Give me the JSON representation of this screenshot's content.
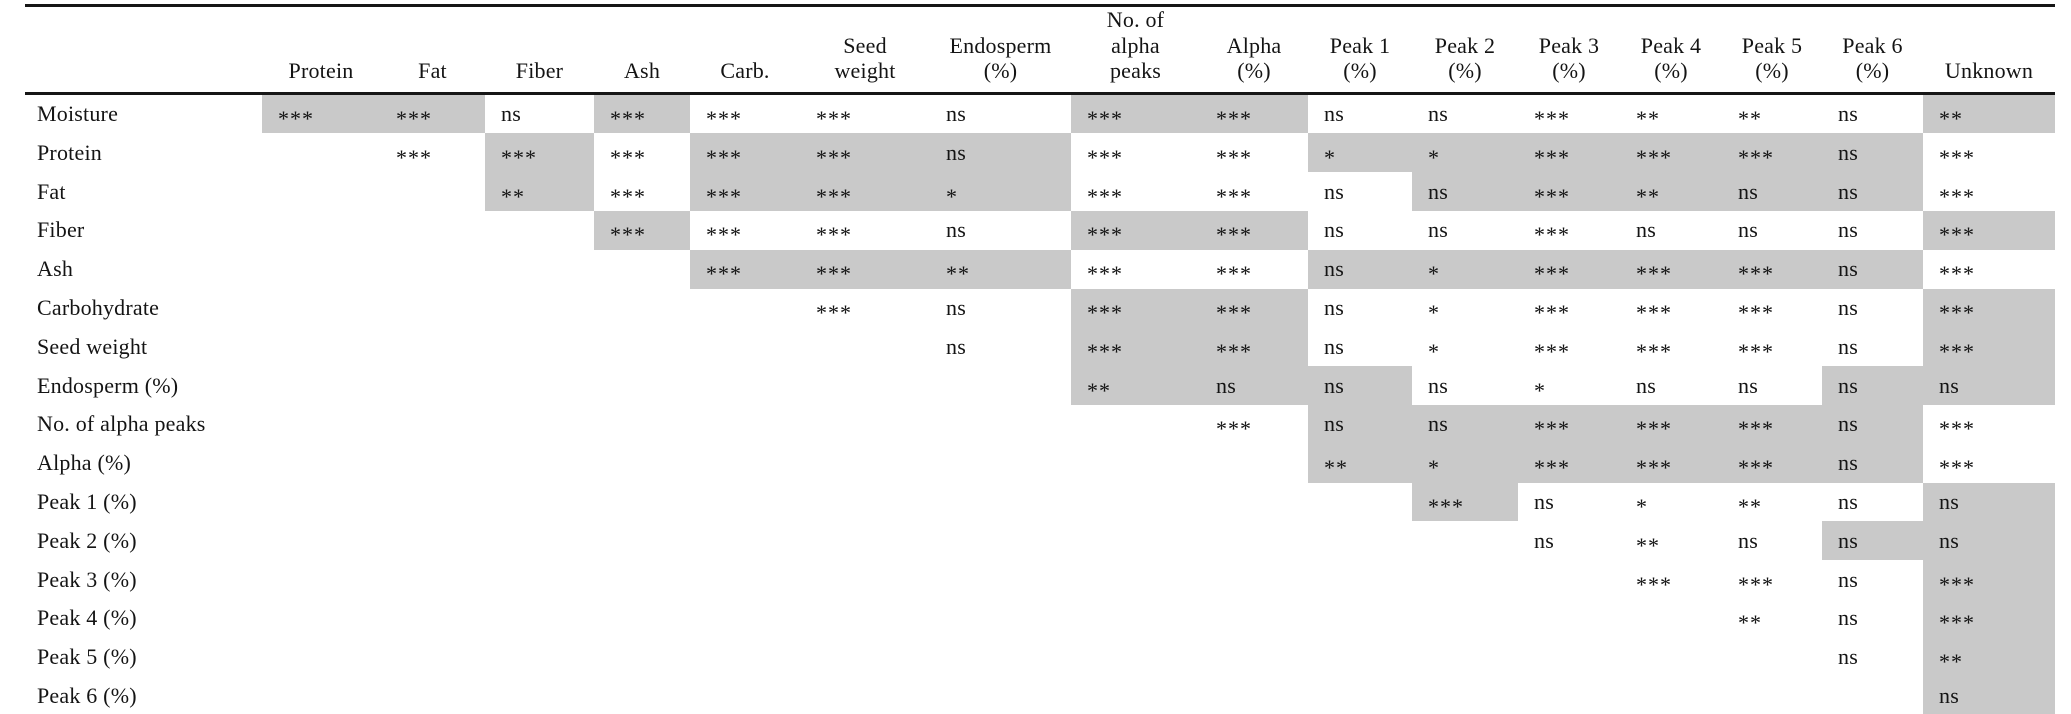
{
  "page": {
    "description": "Statistical significance matrix table (pairwise trait comparisons)",
    "shade_color": "#c9c9c9",
    "rule_color": "#161616",
    "text_color": "#141414"
  },
  "table": {
    "corner_label": "",
    "columns": [
      "Protein",
      "Fat",
      "Fiber",
      "Ash",
      "Carb.",
      "Seed\nweight",
      "Endosperm\n(%)",
      "No. of\nalpha\npeaks",
      "Alpha\n(%)",
      "Peak 1\n(%)",
      "Peak 2\n(%)",
      "Peak 3\n(%)",
      "Peak 4\n(%)",
      "Peak 5\n(%)",
      "Peak 6\n(%)",
      "Unknown"
    ],
    "rows": [
      {
        "label": "Moisture",
        "cells": [
          {
            "value": "***",
            "shaded": true
          },
          {
            "value": "***",
            "shaded": true
          },
          {
            "value": "ns",
            "shaded": false
          },
          {
            "value": "***",
            "shaded": true
          },
          {
            "value": "***",
            "shaded": false
          },
          {
            "value": "***",
            "shaded": false
          },
          {
            "value": "ns",
            "shaded": false
          },
          {
            "value": "***",
            "shaded": true
          },
          {
            "value": "***",
            "shaded": true
          },
          {
            "value": "ns",
            "shaded": false
          },
          {
            "value": "ns",
            "shaded": false
          },
          {
            "value": "***",
            "shaded": false
          },
          {
            "value": "**",
            "shaded": false
          },
          {
            "value": "**",
            "shaded": false
          },
          {
            "value": "ns",
            "shaded": false
          },
          {
            "value": "**",
            "shaded": true
          }
        ]
      },
      {
        "label": "Protein",
        "cells": [
          null,
          {
            "value": "***",
            "shaded": false
          },
          {
            "value": "***",
            "shaded": true
          },
          {
            "value": "***",
            "shaded": false
          },
          {
            "value": "***",
            "shaded": true
          },
          {
            "value": "***",
            "shaded": true
          },
          {
            "value": "ns",
            "shaded": true
          },
          {
            "value": "***",
            "shaded": false
          },
          {
            "value": "***",
            "shaded": false
          },
          {
            "value": "*",
            "shaded": true
          },
          {
            "value": "*",
            "shaded": true
          },
          {
            "value": "***",
            "shaded": true
          },
          {
            "value": "***",
            "shaded": true
          },
          {
            "value": "***",
            "shaded": true
          },
          {
            "value": "ns",
            "shaded": true
          },
          {
            "value": "***",
            "shaded": false
          }
        ]
      },
      {
        "label": "Fat",
        "cells": [
          null,
          null,
          {
            "value": "**",
            "shaded": true
          },
          {
            "value": "***",
            "shaded": false
          },
          {
            "value": "***",
            "shaded": true
          },
          {
            "value": "***",
            "shaded": true
          },
          {
            "value": "*",
            "shaded": true
          },
          {
            "value": "***",
            "shaded": false
          },
          {
            "value": "***",
            "shaded": false
          },
          {
            "value": "ns",
            "shaded": false
          },
          {
            "value": "ns",
            "shaded": true
          },
          {
            "value": "***",
            "shaded": true
          },
          {
            "value": "**",
            "shaded": true
          },
          {
            "value": "ns",
            "shaded": true
          },
          {
            "value": "ns",
            "shaded": true
          },
          {
            "value": "***",
            "shaded": false
          }
        ]
      },
      {
        "label": "Fiber",
        "cells": [
          null,
          null,
          null,
          {
            "value": "***",
            "shaded": true
          },
          {
            "value": "***",
            "shaded": false
          },
          {
            "value": "***",
            "shaded": false
          },
          {
            "value": "ns",
            "shaded": false
          },
          {
            "value": "***",
            "shaded": true
          },
          {
            "value": "***",
            "shaded": true
          },
          {
            "value": "ns",
            "shaded": false
          },
          {
            "value": "ns",
            "shaded": false
          },
          {
            "value": "***",
            "shaded": false
          },
          {
            "value": "ns",
            "shaded": false
          },
          {
            "value": "ns",
            "shaded": false
          },
          {
            "value": "ns",
            "shaded": false
          },
          {
            "value": "***",
            "shaded": true
          }
        ]
      },
      {
        "label": "Ash",
        "cells": [
          null,
          null,
          null,
          null,
          {
            "value": "***",
            "shaded": true
          },
          {
            "value": "***",
            "shaded": true
          },
          {
            "value": "**",
            "shaded": true
          },
          {
            "value": "***",
            "shaded": false
          },
          {
            "value": "***",
            "shaded": false
          },
          {
            "value": "ns",
            "shaded": true
          },
          {
            "value": "*",
            "shaded": true
          },
          {
            "value": "***",
            "shaded": true
          },
          {
            "value": "***",
            "shaded": true
          },
          {
            "value": "***",
            "shaded": true
          },
          {
            "value": "ns",
            "shaded": true
          },
          {
            "value": "***",
            "shaded": false
          }
        ]
      },
      {
        "label": "Carbohydrate",
        "cells": [
          null,
          null,
          null,
          null,
          null,
          {
            "value": "***",
            "shaded": false
          },
          {
            "value": "ns",
            "shaded": false
          },
          {
            "value": "***",
            "shaded": true
          },
          {
            "value": "***",
            "shaded": true
          },
          {
            "value": "ns",
            "shaded": false
          },
          {
            "value": "*",
            "shaded": false
          },
          {
            "value": "***",
            "shaded": false
          },
          {
            "value": "***",
            "shaded": false
          },
          {
            "value": "***",
            "shaded": false
          },
          {
            "value": "ns",
            "shaded": false
          },
          {
            "value": "***",
            "shaded": true
          }
        ]
      },
      {
        "label": "Seed weight",
        "cells": [
          null,
          null,
          null,
          null,
          null,
          null,
          {
            "value": "ns",
            "shaded": false
          },
          {
            "value": "***",
            "shaded": true
          },
          {
            "value": "***",
            "shaded": true
          },
          {
            "value": "ns",
            "shaded": false
          },
          {
            "value": "*",
            "shaded": false
          },
          {
            "value": "***",
            "shaded": false
          },
          {
            "value": "***",
            "shaded": false
          },
          {
            "value": "***",
            "shaded": false
          },
          {
            "value": "ns",
            "shaded": false
          },
          {
            "value": "***",
            "shaded": true
          }
        ]
      },
      {
        "label": "Endosperm (%)",
        "cells": [
          null,
          null,
          null,
          null,
          null,
          null,
          null,
          {
            "value": "**",
            "shaded": true
          },
          {
            "value": "ns",
            "shaded": true
          },
          {
            "value": "ns",
            "shaded": true
          },
          {
            "value": "ns",
            "shaded": false
          },
          {
            "value": "*",
            "shaded": false
          },
          {
            "value": "ns",
            "shaded": false
          },
          {
            "value": "ns",
            "shaded": false
          },
          {
            "value": "ns",
            "shaded": true
          },
          {
            "value": "ns",
            "shaded": true
          }
        ]
      },
      {
        "label": "No. of alpha peaks",
        "cells": [
          null,
          null,
          null,
          null,
          null,
          null,
          null,
          null,
          {
            "value": "***",
            "shaded": false
          },
          {
            "value": "ns",
            "shaded": true
          },
          {
            "value": "ns",
            "shaded": true
          },
          {
            "value": "***",
            "shaded": true
          },
          {
            "value": "***",
            "shaded": true
          },
          {
            "value": "***",
            "shaded": true
          },
          {
            "value": "ns",
            "shaded": true
          },
          {
            "value": "***",
            "shaded": false
          }
        ]
      },
      {
        "label": "Alpha (%)",
        "cells": [
          null,
          null,
          null,
          null,
          null,
          null,
          null,
          null,
          null,
          {
            "value": "**",
            "shaded": true
          },
          {
            "value": "*",
            "shaded": true
          },
          {
            "value": "***",
            "shaded": true
          },
          {
            "value": "***",
            "shaded": true
          },
          {
            "value": "***",
            "shaded": true
          },
          {
            "value": "ns",
            "shaded": true
          },
          {
            "value": "***",
            "shaded": false
          }
        ]
      },
      {
        "label": "Peak 1 (%)",
        "cells": [
          null,
          null,
          null,
          null,
          null,
          null,
          null,
          null,
          null,
          null,
          {
            "value": "***",
            "shaded": true
          },
          {
            "value": "ns",
            "shaded": false
          },
          {
            "value": "*",
            "shaded": false
          },
          {
            "value": "**",
            "shaded": false
          },
          {
            "value": "ns",
            "shaded": false
          },
          {
            "value": "ns",
            "shaded": true
          }
        ]
      },
      {
        "label": "Peak 2 (%)",
        "cells": [
          null,
          null,
          null,
          null,
          null,
          null,
          null,
          null,
          null,
          null,
          null,
          {
            "value": "ns",
            "shaded": false
          },
          {
            "value": "**",
            "shaded": false
          },
          {
            "value": "ns",
            "shaded": false
          },
          {
            "value": "ns",
            "shaded": true
          },
          {
            "value": "ns",
            "shaded": true
          }
        ]
      },
      {
        "label": "Peak 3 (%)",
        "cells": [
          null,
          null,
          null,
          null,
          null,
          null,
          null,
          null,
          null,
          null,
          null,
          null,
          {
            "value": "***",
            "shaded": false
          },
          {
            "value": "***",
            "shaded": false
          },
          {
            "value": "ns",
            "shaded": false
          },
          {
            "value": "***",
            "shaded": true
          }
        ]
      },
      {
        "label": "Peak 4 (%)",
        "cells": [
          null,
          null,
          null,
          null,
          null,
          null,
          null,
          null,
          null,
          null,
          null,
          null,
          null,
          {
            "value": "**",
            "shaded": false
          },
          {
            "value": "ns",
            "shaded": false
          },
          {
            "value": "***",
            "shaded": true
          }
        ]
      },
      {
        "label": "Peak 5 (%)",
        "cells": [
          null,
          null,
          null,
          null,
          null,
          null,
          null,
          null,
          null,
          null,
          null,
          null,
          null,
          null,
          {
            "value": "ns",
            "shaded": false
          },
          {
            "value": "**",
            "shaded": true
          }
        ]
      },
      {
        "label": "Peak 6 (%)",
        "cells": [
          null,
          null,
          null,
          null,
          null,
          null,
          null,
          null,
          null,
          null,
          null,
          null,
          null,
          null,
          null,
          {
            "value": "ns",
            "shaded": true
          }
        ]
      }
    ]
  }
}
